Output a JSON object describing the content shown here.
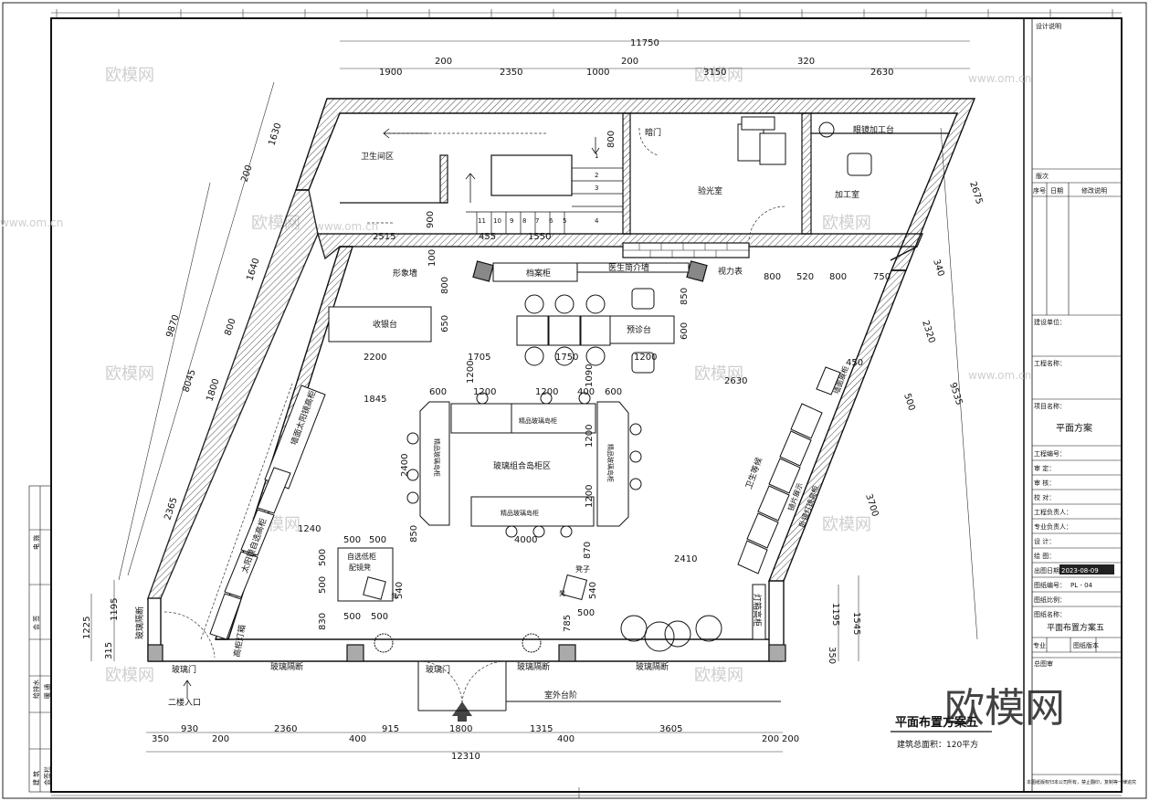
{
  "watermark": {
    "text_cn": "欧模网",
    "url": "www.om.cn"
  },
  "dims_top": {
    "total": "11750",
    "row2": [
      "200",
      "200",
      "320"
    ],
    "row1": [
      "1900",
      "2350",
      "1000",
      "3150",
      "2630"
    ]
  },
  "dims_bottom": {
    "total": "12310",
    "row": [
      "350",
      "930",
      "200",
      "2360",
      "400",
      "915",
      "1800",
      "1315",
      "400",
      "3605",
      "200",
      "200"
    ]
  },
  "dims_left": {
    "total": "9870",
    "outer": [
      "1630",
      "200",
      "1640",
      "800",
      "1800",
      "2365"
    ],
    "inner": "8045",
    "low": [
      "1225",
      "1195",
      "315"
    ]
  },
  "dims_right": {
    "total": "9535",
    "outer": [
      "2675",
      "340",
      "2320",
      "500",
      "3700",
      "1195",
      "1545",
      "350"
    ],
    "side": "450"
  },
  "dims_interior": {
    "top_room": [
      "2515",
      "455",
      "1550",
      "800",
      "900",
      "800",
      "100",
      "800",
      "850",
      "650",
      "600"
    ],
    "right_row": [
      "800",
      "520",
      "800",
      "750"
    ],
    "mid_row": [
      "2200",
      "1705",
      "1750",
      "1200"
    ],
    "counter": [
      "600",
      "1200",
      "1200",
      "400",
      "600",
      "1090",
      "1200",
      "1200",
      "1200",
      "2400",
      "850",
      "4000"
    ],
    "diag": [
      "1845",
      "2630",
      "2410"
    ],
    "lower_left": [
      "1240",
      "500",
      "500",
      "500",
      "500",
      "540",
      "830",
      "500",
      "500"
    ],
    "lower_right": [
      "870",
      "540",
      "500",
      "785"
    ]
  },
  "room_labels": {
    "wc": "卫生间区",
    "darkroom": "暗门",
    "optometry": "验光室",
    "lens_bench": "眼镜加工台",
    "processing": "加工室",
    "image_wall": "形象墙",
    "archive": "档案柜",
    "doctor_wall": "医生简介墙",
    "vision_chart": "视力表",
    "cashier": "收银台",
    "pre_diagnosis": "预诊台",
    "island_zone": "玻璃组合岛柜区",
    "premium_top": "精品玻璃岛柜",
    "premium_left": "精品玻璃岛柜",
    "premium_right": "精品玻璃岛柜",
    "premium_bottom": "精品玻璃岛柜",
    "sunglass_wall": "墙面太阳镜高柜",
    "left_cabinet": "太阳镜自选高柜",
    "self_select": "自选低柜",
    "mirror": "配镜凳",
    "sofa_area": "卫生等候",
    "right_high": "卧镜灯镜高柜",
    "right_glass": "镜片展示",
    "stool": "凳子",
    "lamp_cabinet": "灯箱高柜",
    "right_tag": "墙面展柜",
    "glass_partition": "玻璃隔断",
    "left_partition": "玻璃隔断",
    "glass_door": "玻璃门",
    "glass_door2": "玻璃门",
    "partition_mid": "玻璃隔断",
    "partition_right": "玻璃隔断",
    "outdoor_step": "室外台阶",
    "second_floor": "二楼入口",
    "lamp_box": "高柜灯箱",
    "stairs": [
      "1",
      "2",
      "3",
      "4",
      "5",
      "6",
      "7",
      "8",
      "9",
      "10",
      "11"
    ],
    "stool2": "凳",
    "stool3": "凳"
  },
  "plan_title": {
    "name": "平面布置方案五",
    "area": "建筑总面积：120平方"
  },
  "title_block": {
    "design_note": "设计说明",
    "revision": "版次",
    "rev_cols": [
      "序号",
      "日期",
      "修改说明"
    ],
    "construction": "建设单位：",
    "project_name": "工程名称：",
    "item_name": "项目名称：",
    "item_value": "平面方案",
    "project_no": "工程编号：",
    "approve": "审 定：",
    "verify": "审 核：",
    "check": "校 对：",
    "person": "工程负责人：",
    "specialist": "专业负责人：",
    "design": "设 计：",
    "draw": "绘 图：",
    "date_label": "出图日期：",
    "date_value": "2023-08-09",
    "drawing_no_label": "图纸编号：",
    "drawing_no": "PL - 04",
    "scale": "图纸比例：",
    "drawing_name_label": "图纸名称：",
    "drawing_name": "平面布置方案五",
    "scope_cols": [
      "专业",
      "图纸版本"
    ],
    "chief": "总图审",
    "footer": "本图纸版权归本公司所有，禁止翻印，复制等一律追究"
  },
  "left_strip": [
    "电 施",
    "会 签",
    "给排水",
    "暖 通",
    "结 构",
    "建 筑",
    "会签栏"
  ]
}
